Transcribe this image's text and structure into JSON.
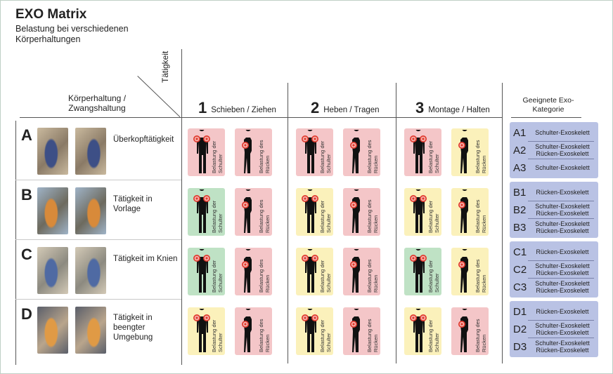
{
  "title": "EXO Matrix",
  "subtitle": "Belastung bei verschiedenen Körperhaltungen",
  "header": {
    "taetigkeit": "Tätigkeit",
    "koerperhaltung": "Körperhaltung / Zwangshaltung",
    "exo_kategorie": "Geeignete Exo-Kategorie"
  },
  "columns": [
    {
      "num": "1",
      "label": "Schieben / Ziehen"
    },
    {
      "num": "2",
      "label": "Heben / Tragen"
    },
    {
      "num": "3",
      "label": "Montage / Halten"
    }
  ],
  "labels": {
    "schulter": "Belastung der Schulter",
    "ruecken": "Belastung des Rücken"
  },
  "colors": {
    "red": "#f4c6c8",
    "yellow": "#fbf1bb",
    "green": "#bfe2c5",
    "exo": "#b9c2e4"
  },
  "rows": [
    {
      "letter": "A",
      "desc": "Überkopftätigkeit",
      "cells": [
        [
          "red",
          "red"
        ],
        [
          "red",
          "red"
        ],
        [
          "red",
          "yellow"
        ]
      ],
      "exo": [
        {
          "code": "A1",
          "desc": "Schulter-Exoskelett"
        },
        {
          "code": "A2",
          "desc": "Schulter-Exoskelett Rücken-Exoskelett"
        },
        {
          "code": "A3",
          "desc": "Schulter-Exoskelett"
        }
      ]
    },
    {
      "letter": "B",
      "desc": "Tätigkeit in Vorlage",
      "cells": [
        [
          "green",
          "red"
        ],
        [
          "yellow",
          "red"
        ],
        [
          "yellow",
          "yellow"
        ]
      ],
      "exo": [
        {
          "code": "B1",
          "desc": "Rücken-Exoskelett"
        },
        {
          "code": "B2",
          "desc": "Schulter-Exoskelett Rücken-Exoskelett"
        },
        {
          "code": "B3",
          "desc": "Schulter-Exoskelett Rücken-Exoskelett"
        }
      ]
    },
    {
      "letter": "C",
      "desc": "Tätigkeit im Knien",
      "cells": [
        [
          "green",
          "red"
        ],
        [
          "yellow",
          "red"
        ],
        [
          "green",
          "yellow"
        ]
      ],
      "exo": [
        {
          "code": "C1",
          "desc": "Rücken-Exoskelett"
        },
        {
          "code": "C2",
          "desc": "Schulter-Exoskelett Rücken-Exoskelett"
        },
        {
          "code": "C3",
          "desc": "Schulter-Exoskelett Rücken-Exoskelett"
        }
      ]
    },
    {
      "letter": "D",
      "desc": "Tätigkeit in beengter Umgebung",
      "cells": [
        [
          "yellow",
          "red"
        ],
        [
          "yellow",
          "red"
        ],
        [
          "yellow",
          "red"
        ]
      ],
      "exo": [
        {
          "code": "D1",
          "desc": "Rücken-Exoskelett"
        },
        {
          "code": "D2",
          "desc": "Schulter-Exoskelett Rücken-Exoskelett"
        },
        {
          "code": "D3",
          "desc": "Schulter-Exoskelett Rücken-Exoskelett"
        }
      ]
    }
  ]
}
